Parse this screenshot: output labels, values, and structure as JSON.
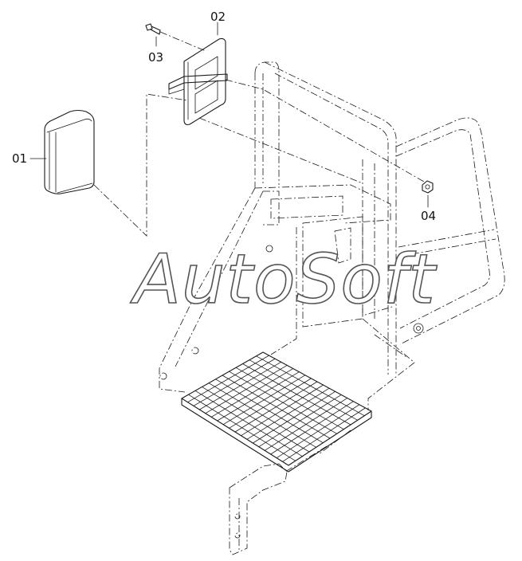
{
  "watermark": "AutoSoft",
  "callouts": [
    {
      "id": "01"
    },
    {
      "id": "02"
    },
    {
      "id": "03"
    },
    {
      "id": "04"
    }
  ]
}
